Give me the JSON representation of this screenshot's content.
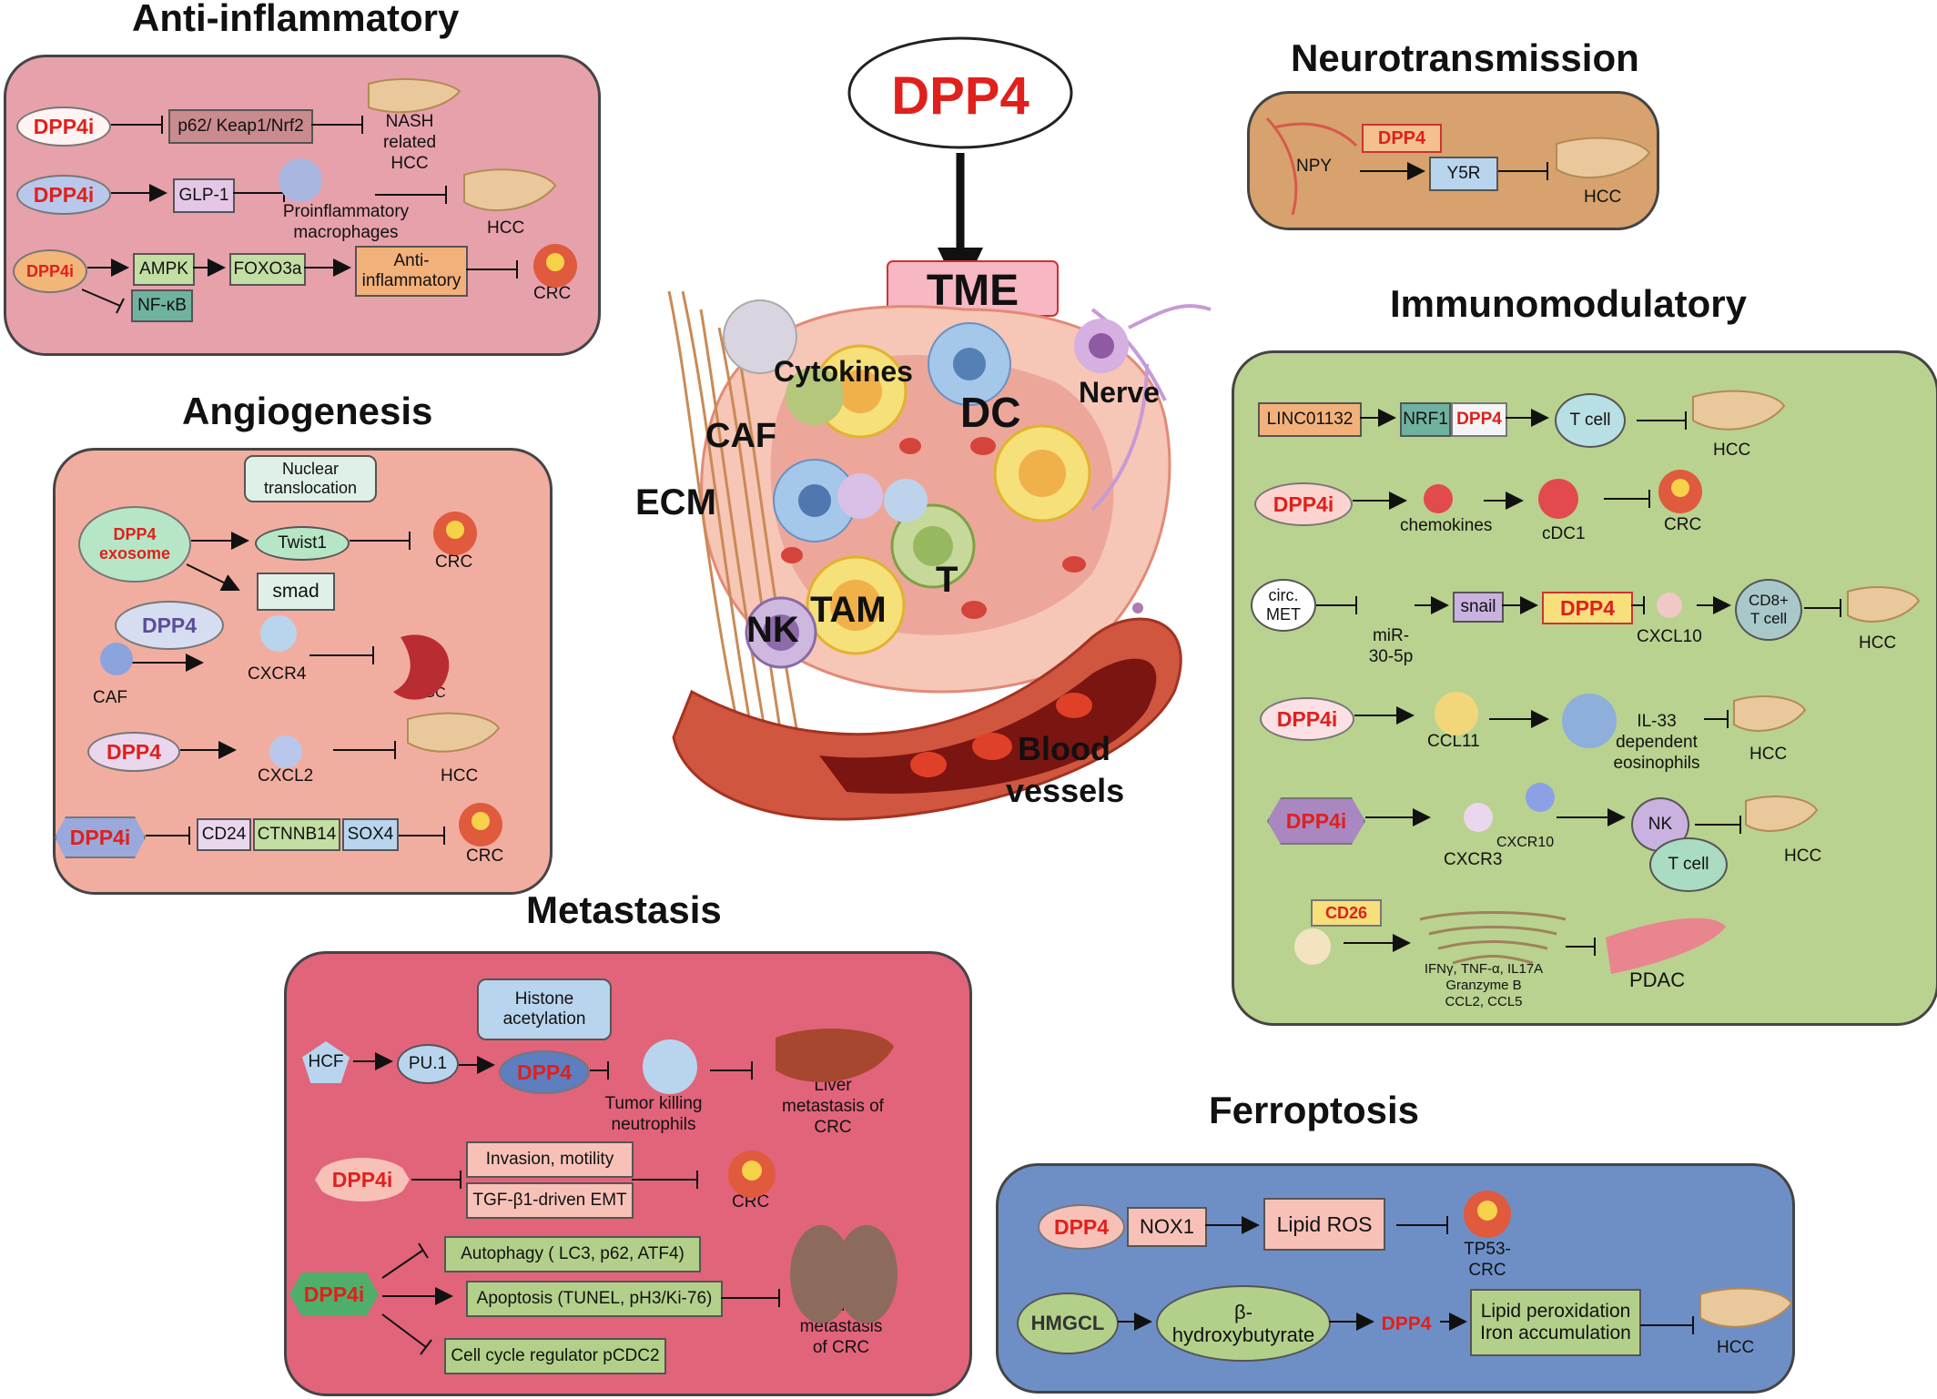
{
  "center": {
    "dpp4": "DPP4",
    "tme": "TME",
    "labels": {
      "cytokines": "Cytokines",
      "caf": "CAF",
      "ecm": "ECM",
      "dc": "DC",
      "nerve": "Nerve",
      "nk": "NK",
      "tam": "TAM",
      "t": "T",
      "blood1": "Blood",
      "blood2": "vessels"
    }
  },
  "anti_inflammatory": {
    "title": "Anti-inflammatory",
    "row1": {
      "drug": "DPP4i",
      "target": "p62/ Keap1/Nrf2",
      "outcome": [
        "NASH",
        "related",
        "HCC"
      ]
    },
    "row2": {
      "drug": "DPP4i",
      "target": "GLP-1",
      "cell": [
        "Proinflammatory",
        "macrophages"
      ],
      "outcome": "HCC"
    },
    "row3": {
      "drug": "DPP4i",
      "a": "AMPK",
      "b": "FOXO3a",
      "c": [
        "Anti-",
        "inflammatory"
      ],
      "d": "NF-κB",
      "outcome": "CRC"
    }
  },
  "angiogenesis": {
    "title": "Angiogenesis",
    "nuclear": [
      "Nuclear",
      "translocation"
    ],
    "exosome": [
      "DPP4",
      "exosome"
    ],
    "twist": "Twist1",
    "smad": "smad",
    "crc1": "CRC",
    "dpp4": "DPP4",
    "caf": "CAF",
    "cxcr4": "CXCR4",
    "sgc": "SGC",
    "dpp4_b": "DPP4",
    "cxcl2": "CXCL2",
    "hcc": "HCC",
    "dpp4i": "DPP4i",
    "cd24": "CD24",
    "ctnnb": "CTNNB14",
    "sox4": "SOX4",
    "crc2": "CRC"
  },
  "neurotransmission": {
    "title": "Neurotransmission",
    "dpp4": "DPP4",
    "npy": "NPY",
    "y5r": "Y5R",
    "hcc": "HCC"
  },
  "immunomodulatory": {
    "title": "Immunomodulatory",
    "r1": {
      "a": "LINC01132",
      "b": "NRF1",
      "c": "DPP4",
      "d": "T cell",
      "hcc": "HCC"
    },
    "r2": {
      "drug": "DPP4i",
      "a": "chemokines",
      "b": "cDC1",
      "crc": "CRC"
    },
    "r3": {
      "circ": [
        "circ.",
        "MET"
      ],
      "mir": [
        "miR-",
        "30-5p"
      ],
      "snail": "snail",
      "dpp4": "DPP4",
      "cxcl10": "CXCL10",
      "cd8": [
        "CD8+",
        "T cell"
      ],
      "hcc": "HCC"
    },
    "r4": {
      "drug": "DPP4i",
      "ccl11": "CCL11",
      "il33": [
        "IL-33",
        "dependent",
        "eosinophils"
      ],
      "hcc": "HCC"
    },
    "r5": {
      "drug": "DPP4i",
      "cxcr3": "CXCR3",
      "cxcr10": "CXCR10",
      "nk": "NK",
      "tcell": "T cell",
      "hcc": "HCC"
    },
    "r6": {
      "cd26": "CD26",
      "cyt": [
        "IFNγ, TNF-α, IL17A",
        "Granzyme B",
        "CCL2, CCL5"
      ],
      "pdac": "PDAC"
    }
  },
  "metastasis": {
    "title": "Metastasis",
    "histone": [
      "Histone",
      "acetylation"
    ],
    "hcf": "HCF",
    "pu1": "PU.1",
    "dpp4": "DPP4",
    "neut": [
      "Tumor killing",
      "neutrophils"
    ],
    "liver": [
      "Liver",
      "metastasis of",
      "CRC"
    ],
    "drug2": "DPP4i",
    "inv": "Invasion, motility",
    "tgf": "TGF-β1-driven EMT",
    "crc": "CRC",
    "drug3": "DPP4i",
    "auto": "Autophagy ( LC3, p62, ATF4)",
    "apop": "Apoptosis (TUNEL, pH3/Ki-76)",
    "cycle": "Cell cycle regulator pCDC2",
    "lung": [
      "Lung",
      "metastasis",
      "of CRC"
    ]
  },
  "ferroptosis": {
    "title": "Ferroptosis",
    "dpp4": "DPP4",
    "nox1": "NOX1",
    "ros": "Lipid ROS",
    "tp53": [
      "TP53-",
      "CRC"
    ],
    "hmgcl": "HMGCL",
    "bhb": [
      "β-",
      "hydroxybutyrate"
    ],
    "dpp4b": "DPP4",
    "lipid": [
      "Lipid peroxidation",
      "Iron accumulation"
    ],
    "hcc": "HCC"
  },
  "colors": {
    "anti_panel": "#e6a1ab",
    "angio_panel": "#f1aea0",
    "neuro_panel": "#d7a26e",
    "immuno_panel": "#b9d28f",
    "meta_panel": "#e1647a",
    "ferro_panel": "#6e8fc6",
    "drug_red": "#e0201c"
  }
}
